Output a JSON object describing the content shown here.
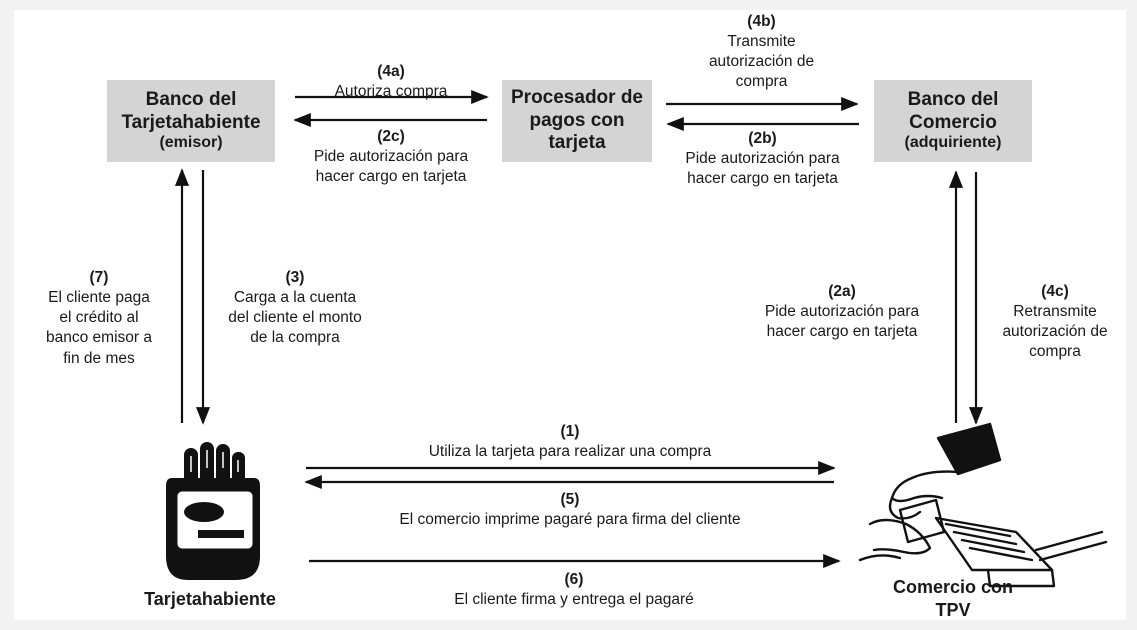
{
  "nodes": {
    "issuer_bank": {
      "line1": "Banco del",
      "line2": "Tarjetahabiente",
      "line3": "(emisor)"
    },
    "processor": {
      "line1": "Procesador de",
      "line2": "pagos con",
      "line3": "tarjeta"
    },
    "merchant_bank": {
      "line1": "Banco del",
      "line2": "Comercio",
      "line3": "(adquiriente)"
    },
    "cardholder": {
      "label": "Tarjetahabiente"
    },
    "merchant": {
      "line1": "Comercio con",
      "line2": "TPV"
    }
  },
  "steps": {
    "s4a": {
      "num": "(4a)",
      "lines": [
        "Autoriza compra"
      ]
    },
    "s2c": {
      "num": "(2c)",
      "lines": [
        "Pide autorización para",
        "hacer cargo en tarjeta"
      ]
    },
    "s4b": {
      "num": "(4b)",
      "lines": [
        "Transmite",
        "autorización de",
        "compra"
      ]
    },
    "s2b": {
      "num": "(2b)",
      "lines": [
        "Pide autorización para",
        "hacer cargo en tarjeta"
      ]
    },
    "s7": {
      "num": "(7)",
      "lines": [
        "El cliente paga",
        "el crédito al",
        "banco emisor a",
        "fin de mes"
      ]
    },
    "s3": {
      "num": "(3)",
      "lines": [
        "Carga a la cuenta",
        "del cliente el monto",
        "de la compra"
      ]
    },
    "s2a": {
      "num": "(2a)",
      "lines": [
        "Pide autorización para",
        "hacer cargo en tarjeta"
      ]
    },
    "s4c": {
      "num": "(4c)",
      "lines": [
        "Retransmite",
        "autorización de",
        "compra"
      ]
    },
    "s1": {
      "num": "(1)",
      "lines": [
        "Utiliza la tarjeta para realizar una compra"
      ]
    },
    "s5": {
      "num": "(5)",
      "lines": [
        "El comercio imprime pagaré para firma del cliente"
      ]
    },
    "s6": {
      "num": "(6)",
      "lines": [
        "El cliente firma y entrega el pagaré"
      ]
    }
  },
  "colors": {
    "box_fill": "#d4d4d4",
    "arrow": "#111111",
    "background": "#ffffff"
  },
  "icons": {
    "cardholder": "hand-holding-card-icon",
    "merchant": "hands-signing-at-terminal-icon"
  }
}
